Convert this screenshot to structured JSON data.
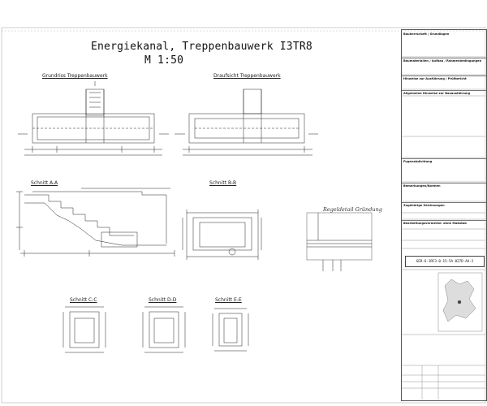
{
  "drawing": {
    "title_line1": "Energiekanal, Treppenbauwerk I3TR8",
    "title_line2": "M 1:50"
  },
  "views": {
    "grundriss": "Grundriss Treppenbauwerk",
    "draufsicht": "Draufsicht Treppenbauwerk",
    "schnitt_aa": "Schnitt A-A",
    "schnitt_bb": "Schnitt B-B",
    "regeldetail": "Regeldetail Gründung",
    "schnitt_cc": "Schnitt C-C",
    "schnitt_dd": "Schnitt D-D",
    "schnitt_ee": "Schnitt E-E"
  },
  "titleblock": {
    "sections": [
      "Bauherrschaft / Grundlagen",
      "Baumaterialien / Aufbau / Rahmenbedingungen",
      "Hinweise zur Ausführung / Prüfbericht",
      "Allgemeine Hinweise zur Bauausführung",
      "Fugenabdichtung",
      "Bemerkungen/Normen",
      "Zugehörige Zeichnungen"
    ],
    "stamp_line": "Bearbeitungsvermerke: ohne Maßstab",
    "doc_number": "GER-6-1RF3-0-15-5A-027D-AA-2"
  }
}
